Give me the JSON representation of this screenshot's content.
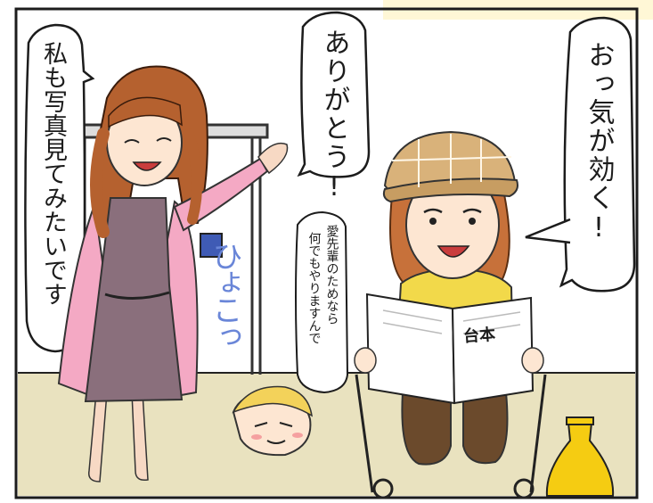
{
  "speech": {
    "hat_person": "おっ気が効く!",
    "center": "ありがとう!",
    "left_woman": "私も写真見てみたいです",
    "small_voice": [
      "愛先輩のためなら",
      "何でもやりますんで"
    ]
  },
  "sfx": "ひょこっ",
  "script_title": "台本",
  "colors": {
    "cardigan": "#f4a9c4",
    "dress": "#8a6f7c",
    "hair_woman": "#b5612f",
    "hat": "#d9b27a",
    "shirt": "#f2d94a",
    "floor": "#e9e2bf",
    "bottle": "#f5cc12",
    "sfx": "#6a86d8"
  }
}
